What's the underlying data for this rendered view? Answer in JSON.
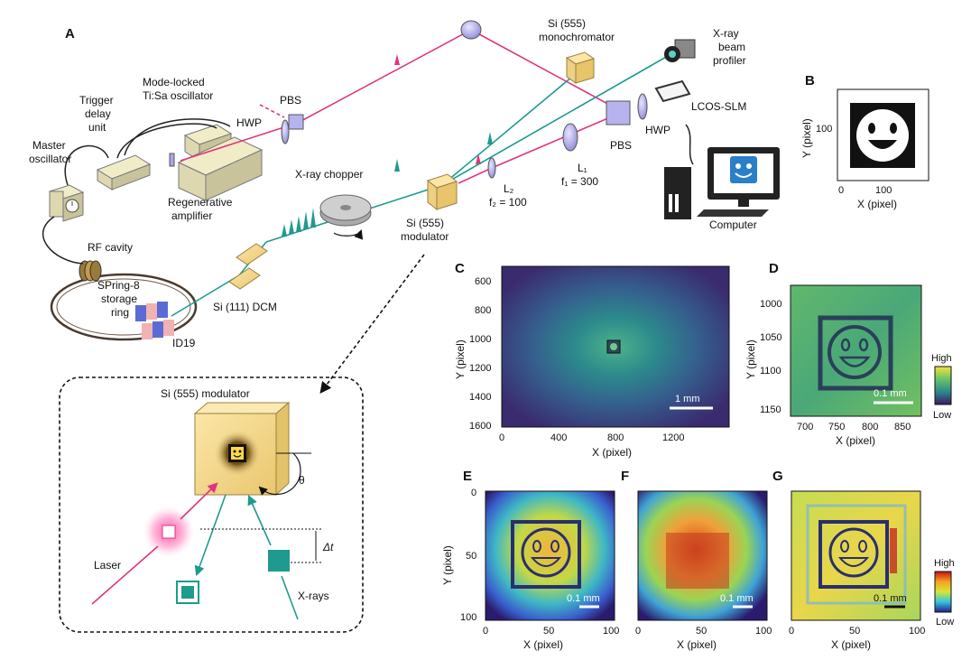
{
  "panels": {
    "A": "A",
    "B": "B",
    "C": "C",
    "D": "D",
    "E": "E",
    "F": "F",
    "G": "G"
  },
  "setup": {
    "trigger_delay": [
      "Trigger",
      "delay",
      "unit"
    ],
    "mode_locked": [
      "Mode-locked",
      "Ti:Sa oscillator"
    ],
    "master_osc": [
      "Master",
      "oscillator"
    ],
    "regen": [
      "Regenerative",
      "amplifier"
    ],
    "hwp_left": "HWP",
    "pbs_left": "PBS",
    "xray_chopper": "X-ray chopper",
    "rf_cavity": "RF cavity",
    "spring8": [
      "SPring-8",
      "storage",
      "ring"
    ],
    "id19": "ID19",
    "dcm": "Si (111) DCM",
    "modulator": [
      "Si (555)",
      "modulator"
    ],
    "l2": [
      "L₂",
      "f₂ = 100"
    ],
    "l1": [
      "L₁",
      "f₁ = 300"
    ],
    "mono": [
      "Si (555)",
      "monochromator"
    ],
    "profiler": [
      "X-ray",
      "beam",
      "profiler"
    ],
    "pbs_right": "PBS",
    "hwp_right": "HWP",
    "lcos": "LCOS-SLM",
    "computer": "Computer"
  },
  "inset": {
    "title": "Si (555) modulator",
    "theta": "θ",
    "delta_t": "Δt",
    "laser": "Laser",
    "xrays": "X-rays"
  },
  "plots": {
    "B": {
      "ylabel": "Y (pixel)",
      "xlabel": "X (pixel)",
      "xticks": [
        "0",
        "100"
      ],
      "yticks": [
        "100"
      ]
    },
    "C": {
      "ylabel": "Y (pixel)",
      "xlabel": "X (pixel)",
      "xticks": [
        "0",
        "400",
        "800",
        "1200"
      ],
      "yticks": [
        "600",
        "800",
        "1000",
        "1200",
        "1400",
        "1600"
      ],
      "scalebar": "1 mm"
    },
    "D": {
      "ylabel": "Y (pixel)",
      "xlabel": "X (pixel)",
      "xticks": [
        "700",
        "750",
        "800",
        "850"
      ],
      "yticks": [
        "1000",
        "1050",
        "1100",
        "1150"
      ],
      "scalebar": "0.1 mm",
      "cb_high": "High",
      "cb_low": "Low"
    },
    "E": {
      "ylabel": "Y (pixel)",
      "xlabel": "X (pixel)",
      "xticks": [
        "0",
        "50",
        "100"
      ],
      "yticks": [
        "0",
        "50",
        "100"
      ],
      "scalebar": "0.1 mm"
    },
    "F": {
      "xlabel": "X (pixel)",
      "xticks": [
        "0",
        "50",
        "100"
      ],
      "scalebar": "0.1 mm"
    },
    "G": {
      "xlabel": "X (pixel)",
      "xticks": [
        "0",
        "50",
        "100"
      ],
      "scalebar": "0.1 mm",
      "cb_high": "High",
      "cb_low": "Low"
    }
  },
  "colors": {
    "laser": "#e0357f",
    "xray": "#1f9a8f",
    "crystal": "#f3d98a",
    "viridis_dark": "#3b2a6b",
    "viridis_light": "#c9e04a"
  }
}
